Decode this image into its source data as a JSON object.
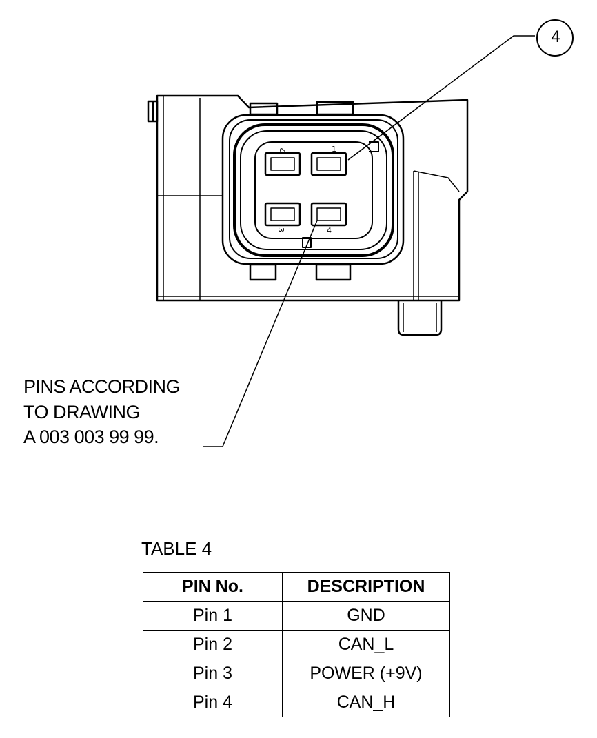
{
  "callout": {
    "balloon_number": "4"
  },
  "note": {
    "line1": "PINS ACCORDING",
    "line2": "TO DRAWING",
    "line3": "A 003 003 99 99."
  },
  "connector_pins": [
    "1",
    "2",
    "3",
    "4"
  ],
  "table": {
    "title": "TABLE 4",
    "headers": {
      "pin": "PIN No.",
      "description": "DESCRIPTION"
    },
    "rows": [
      {
        "pin": "Pin 1",
        "description": "GND"
      },
      {
        "pin": "Pin 2",
        "description": "CAN_L"
      },
      {
        "pin": "Pin 3",
        "description": "POWER (+9V)"
      },
      {
        "pin": "Pin 4",
        "description": "CAN_H"
      }
    ]
  }
}
